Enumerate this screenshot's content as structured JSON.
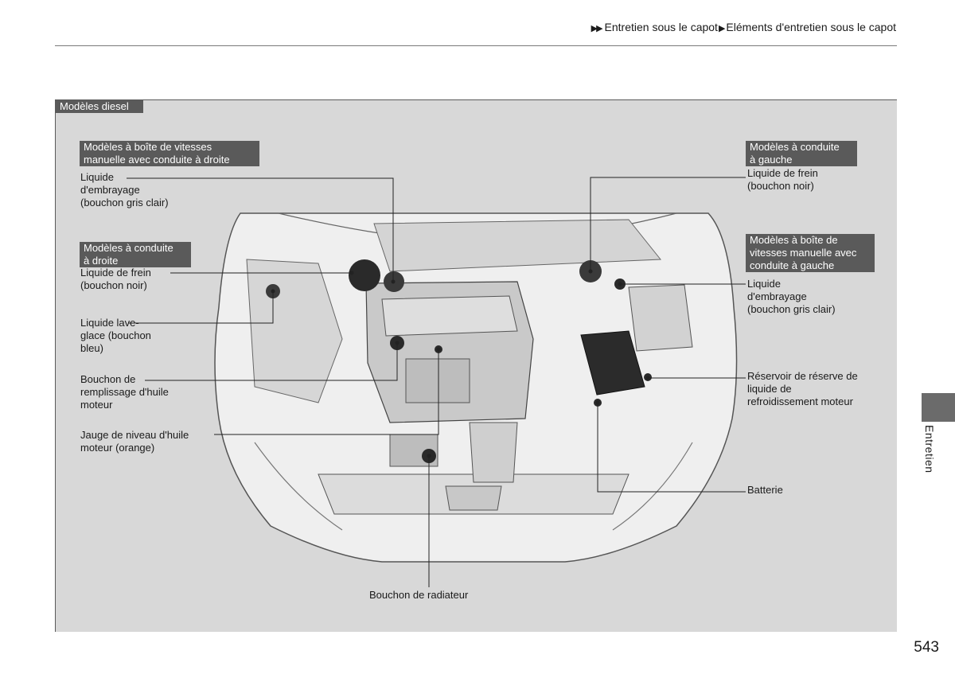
{
  "breadcrumb": {
    "part1": "Entretien sous le capot",
    "part2": "Eléments d'entretien sous le capot"
  },
  "figure": {
    "tab": "Modèles diesel",
    "badges": {
      "rhd_manual": "Modèles à boîte de vitesses\nmanuelle avec conduite à droite",
      "rhd": "Modèles à conduite\nà droite",
      "lhd": "Modèles à conduite\nà gauche",
      "lhd_manual": "Modèles à boîte de\nvitesses manuelle avec\nconduite à gauche"
    },
    "labels": {
      "clutch_left": "Liquide\nd'embrayage\n(bouchon gris clair)",
      "brake_left": "Liquide de frein\n(bouchon noir)",
      "washer": "Liquide lave-\nglace (bouchon\nbleu)",
      "oil_filler": "Bouchon de\nremplissage d'huile\nmoteur",
      "dipstick": "Jauge de niveau d'huile\nmoteur (orange)",
      "radiator_cap": "Bouchon de radiateur",
      "brake_right": "Liquide de frein\n(bouchon noir)",
      "clutch_right": "Liquide\nd'embrayage\n(bouchon gris clair)",
      "coolant": "Réservoir de réserve de\nliquide de\nrefroidissement moteur",
      "battery": "Batterie"
    }
  },
  "side_tab": "Entretien",
  "page_number": "543"
}
